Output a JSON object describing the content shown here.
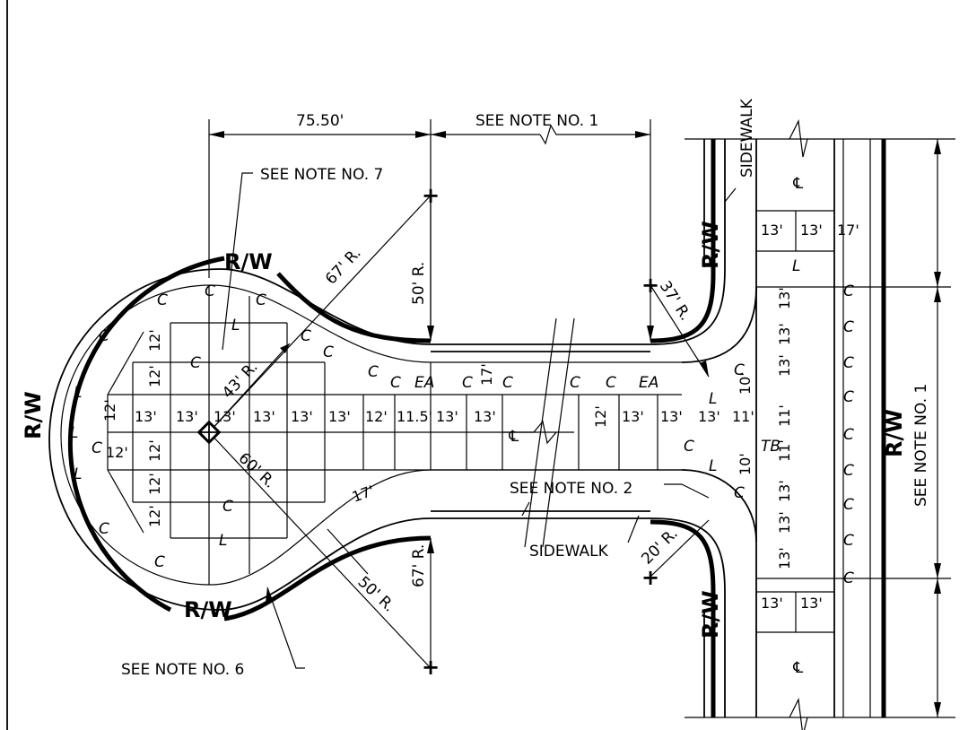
{
  "dimensions": {
    "top_left": "75.50'",
    "top_right": "SEE NOTE NO. 1",
    "right_vertical": "SEE NOTE NO. 1"
  },
  "radii": {
    "r67_top": "67' R.",
    "r50_top": "50' R.",
    "r43": "43' R.",
    "r60": "60' R.",
    "r37": "37' R.",
    "r50_bottom": "50' R.",
    "r67_bottom": "67' R.",
    "r20": "20' R."
  },
  "notes": {
    "note7": "SEE NOTE NO. 7",
    "note6": "SEE NOTE NO. 6",
    "note2": "SEE NOTE NO. 2"
  },
  "labels": {
    "sidewalk": "SIDEWALK",
    "rw": "R/W",
    "centerline": "℄",
    "ea": "EA",
    "tb": "TB",
    "c": "C",
    "l": "L"
  },
  "widths": {
    "w17": "17'",
    "w10": "10'",
    "w11": "11'"
  },
  "joint_spacing": {
    "row_cul_de_sac": [
      "12'",
      "13'",
      "13'",
      "13'",
      "13'",
      "13'",
      "13'",
      "12'",
      "11.5'",
      "13'",
      "13'"
    ],
    "row_after_break": [
      "13'",
      "13'",
      "13'",
      "11'"
    ],
    "cul_de_sac_left": [
      "12'",
      "12'",
      "12'",
      "12'",
      "12'",
      "12'",
      "12'"
    ],
    "main_road_top": [
      "13'",
      "13'",
      "17'"
    ],
    "main_road_bottom": [
      "13'",
      "13'"
    ],
    "main_road_vertical": [
      "13'",
      "13'",
      "13'",
      "10'",
      "11'",
      "11'",
      "10'",
      "13'",
      "13'",
      "13'"
    ]
  }
}
